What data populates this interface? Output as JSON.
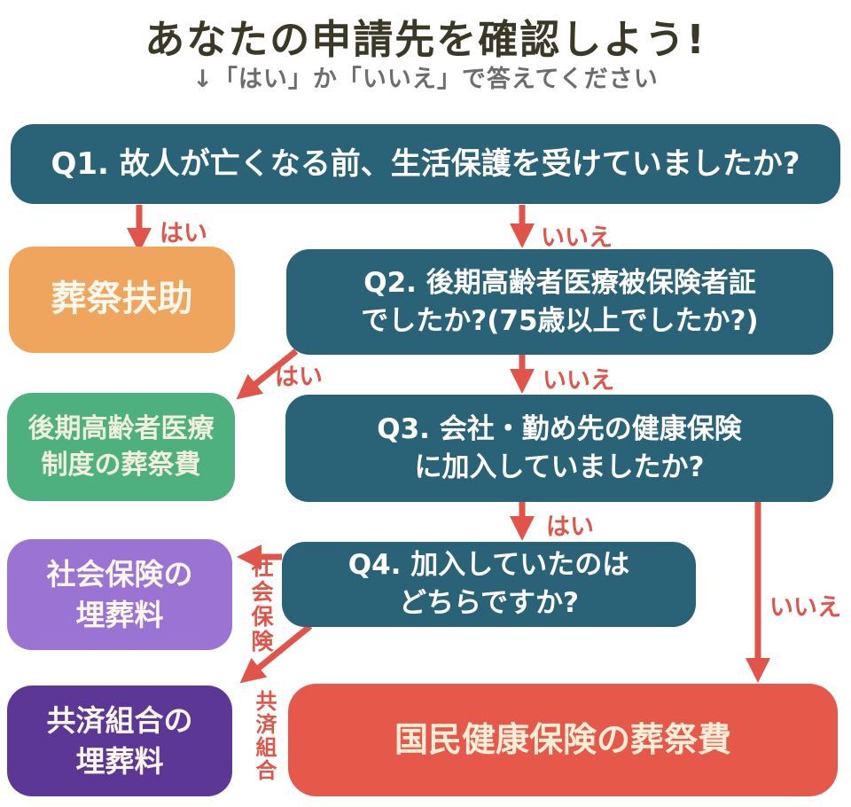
{
  "title": "あなたの申請先を確認しよう!",
  "subtitle": "↓「はい」か「いいえ」で答えてください",
  "palette": {
    "question_box_teal": "#2a6378",
    "result_orange": "#f0a55f",
    "result_green": "#4eb07f",
    "result_light_purple": "#9b73d2",
    "result_dark_purple": "#5d3795",
    "result_red": "#e5584a",
    "arrow_red": "#e0544a",
    "title_brown": "#3c3827",
    "subtitle_gray": "#6d6d6d"
  },
  "questions": {
    "q1": {
      "text": "Q1. 故人が亡くなる前、生活保護を受けていましたか?"
    },
    "q2": {
      "line1": "Q2. 後期高齢者医療被保険者証",
      "line2": "でしたか?(75歳以上でしたか?)"
    },
    "q3": {
      "line1": "Q3. 会社・勤め先の健康保険",
      "line2": "に加入していましたか?"
    },
    "q4": {
      "line1": "Q4. 加入していたのは",
      "line2": "どちらですか?"
    }
  },
  "results": {
    "sosai_fujo": {
      "text": "葬祭扶助"
    },
    "kouki_korei": {
      "line1": "後期高齢者医療",
      "line2": "制度の葬祭費"
    },
    "shakai_hoken": {
      "line1": "社会保険の",
      "line2": "埋葬料"
    },
    "kyosai_kumiai": {
      "line1": "共済組合の",
      "line2": "埋葬料"
    },
    "kokumin_kenko": {
      "text": "国民健康保険の葬祭費"
    }
  },
  "arrow_labels": {
    "yes": "はい",
    "no": "いいえ",
    "shakai_hoken": "社会保険",
    "kyosai_kumiai": "共済組合"
  }
}
